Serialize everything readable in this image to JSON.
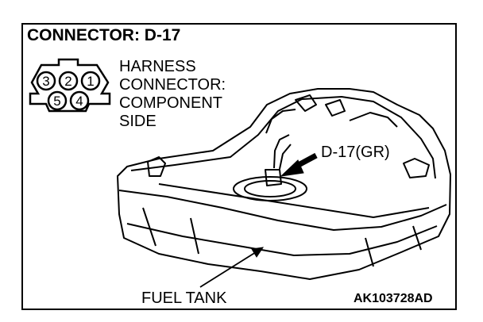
{
  "header": {
    "title": "CONNECTOR: D-17"
  },
  "connector": {
    "pins_top": [
      "3",
      "2",
      "1"
    ],
    "pins_bottom": [
      "5",
      "4"
    ],
    "description_lines": [
      "HARNESS",
      "CONNECTOR:",
      "COMPONENT",
      "SIDE"
    ]
  },
  "labels": {
    "connector_callout": "D-17(GR)",
    "fuel_tank": "FUEL TANK",
    "figure_code": "AK103728AD"
  },
  "colors": {
    "line": "#000000",
    "background": "#ffffff"
  }
}
